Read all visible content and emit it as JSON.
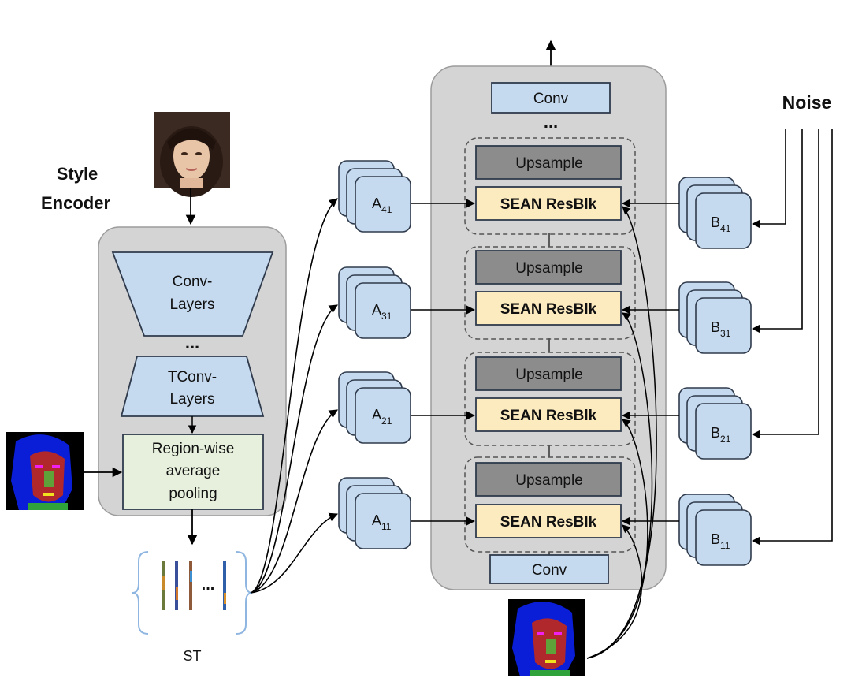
{
  "encoder": {
    "title_line1": "Style",
    "title_line2": "Encoder",
    "conv_line1": "Conv-",
    "conv_line2": "Layers",
    "ellipsis": "...",
    "tconv_line1": "TConv-",
    "tconv_line2": "Layers",
    "pool_line1": "Region-wise",
    "pool_line2": "average",
    "pool_line3": "pooling"
  },
  "st": {
    "dots": "...",
    "label": "ST"
  },
  "generator": {
    "top_conv": "Conv",
    "top_dots": "...",
    "bottom_conv": "Conv",
    "upsample_label": "Upsample",
    "resblk_label": "SEAN ResBlk"
  },
  "a_blocks": [
    {
      "main": "A",
      "sub": "41"
    },
    {
      "main": "A",
      "sub": "31"
    },
    {
      "main": "A",
      "sub": "21"
    },
    {
      "main": "A",
      "sub": "11"
    }
  ],
  "b_blocks": [
    {
      "main": "B",
      "sub": "41"
    },
    {
      "main": "B",
      "sub": "31"
    },
    {
      "main": "B",
      "sub": "21"
    },
    {
      "main": "B",
      "sub": "11"
    }
  ],
  "noise_label": "Noise",
  "colors": {
    "block_blue": "#c5d9ef",
    "block_stroke": "#2f3b4c",
    "container_gray": "#d4d4d4",
    "upsample_gray": "#8c8c8c",
    "resblk_yellow": "#fdebc0",
    "pool_green": "#e6f0dc"
  }
}
